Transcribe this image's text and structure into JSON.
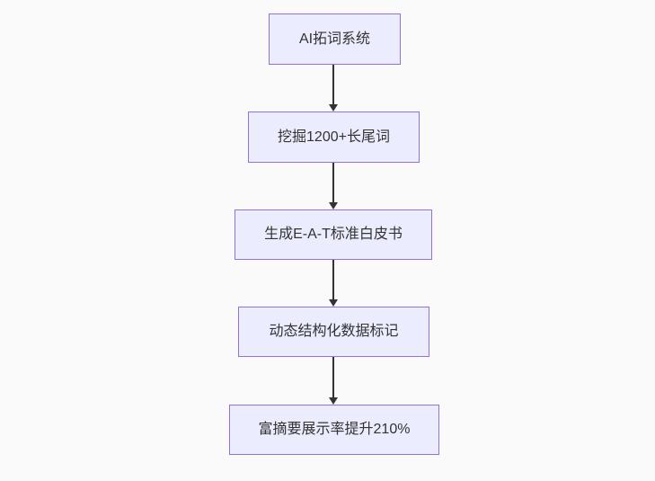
{
  "diagram": {
    "type": "flowchart",
    "direction": "top-down",
    "colors": {
      "background": "#fafafa",
      "node_fill": "#ececff",
      "node_border": "#9370db",
      "text": "#333333",
      "arrow": "#333333"
    },
    "nodes": [
      {
        "id": "n1",
        "label": "AI拓词系统"
      },
      {
        "id": "n2",
        "label": "挖掘1200+长尾词"
      },
      {
        "id": "n3",
        "label": "生成E-A-T标准白皮书"
      },
      {
        "id": "n4",
        "label": "动态结构化数据标记"
      },
      {
        "id": "n5",
        "label": "富摘要展示率提升210%"
      }
    ],
    "edges": [
      {
        "from": "n1",
        "to": "n2"
      },
      {
        "from": "n2",
        "to": "n3"
      },
      {
        "from": "n3",
        "to": "n4"
      },
      {
        "from": "n4",
        "to": "n5"
      }
    ]
  }
}
